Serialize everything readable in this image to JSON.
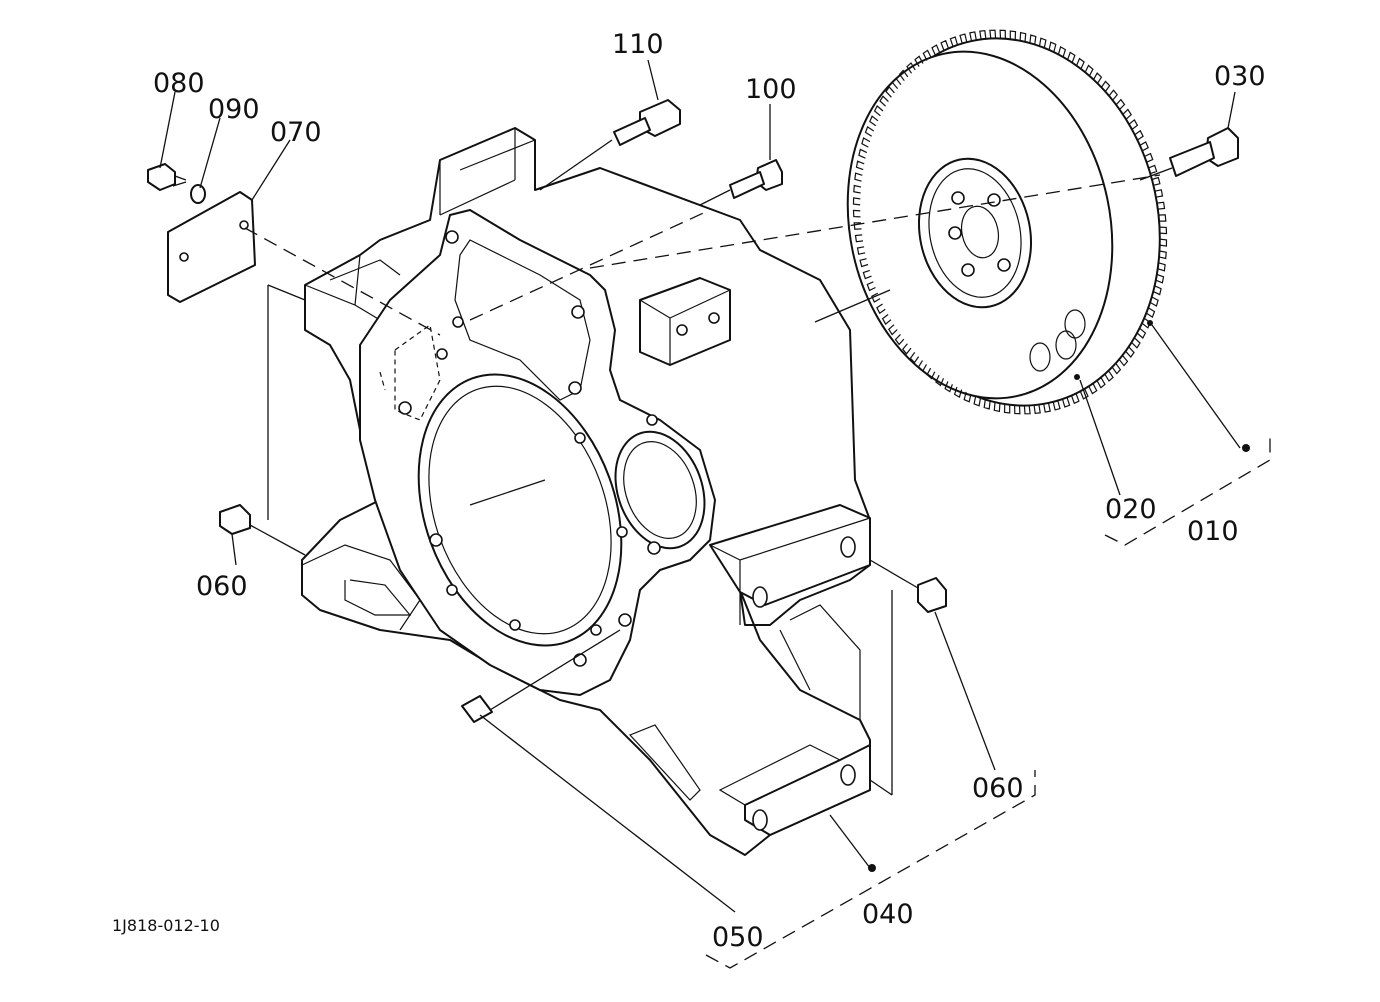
{
  "drawing_id": "1J818-012-10",
  "callouts": [
    {
      "id": "c010",
      "label": "010"
    },
    {
      "id": "c020",
      "label": "020"
    },
    {
      "id": "c030",
      "label": "030"
    },
    {
      "id": "c040",
      "label": "040"
    },
    {
      "id": "c050",
      "label": "050"
    },
    {
      "id": "c060a",
      "label": "060"
    },
    {
      "id": "c060b",
      "label": "060"
    },
    {
      "id": "c070",
      "label": "070"
    },
    {
      "id": "c080",
      "label": "080"
    },
    {
      "id": "c090",
      "label": "090"
    },
    {
      "id": "c100",
      "label": "100"
    },
    {
      "id": "c110",
      "label": "110"
    }
  ]
}
